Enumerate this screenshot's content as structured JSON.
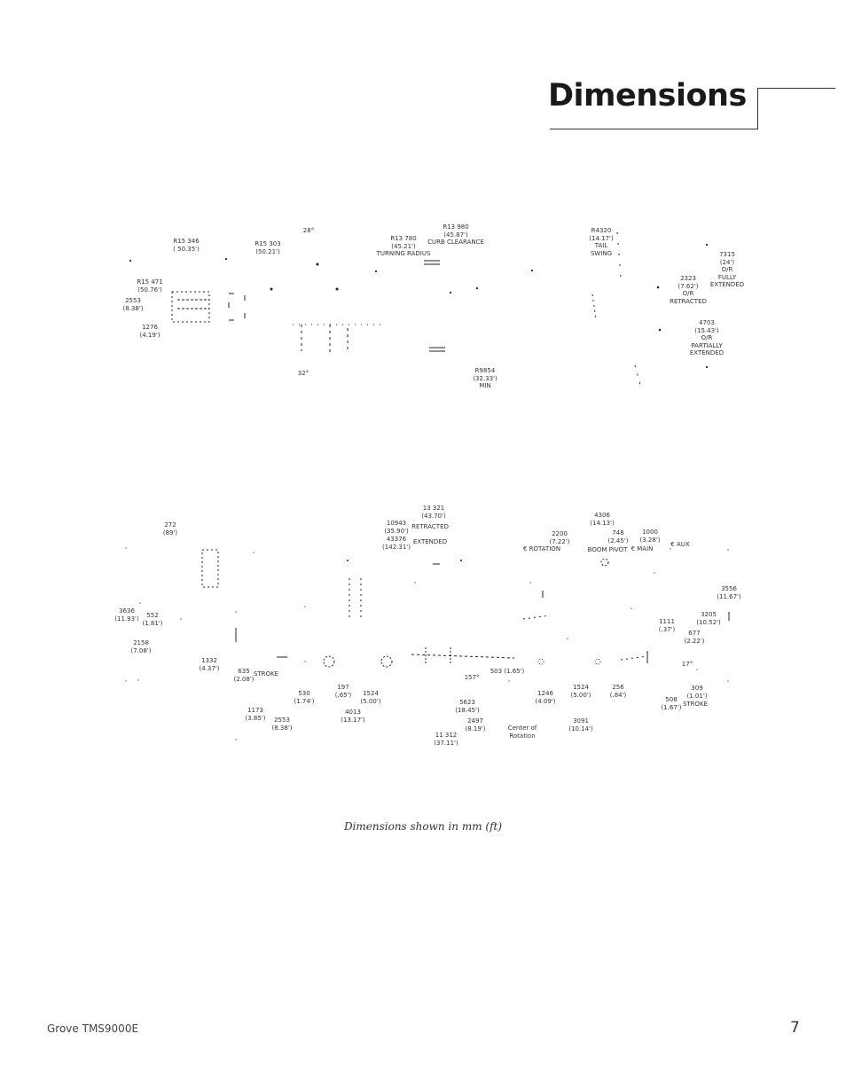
{
  "page": {
    "title": "Dimensions",
    "caption": "Dimensions shown in mm (ft)",
    "footer_left": "Grove TMS9000E",
    "page_number": "7"
  },
  "top_view": {
    "labels": [
      "R15 346\n( 50.35')",
      "R15 303\n(50.21')",
      "28°",
      "R13 780\n(45.21')\nTURNING RADIUS",
      "R13 980\n(45.87')\nCURB CLEARANCE",
      "R4320\n(14.17')\nTAIL\nSWING",
      "7315\n(24')\nO/R\nFULLY\nEXTENDED",
      "2323\n(7.62')\nO/R\nRETRACTED",
      "R15 471\n(50.76')",
      "2553\n(8.38')",
      "1276\n(4.19')",
      "4703\n(15.43')\nO/R\nPARTIALLY\nEXTENDED",
      "32°",
      "R9854\n(32.33')\nMIN"
    ]
  },
  "side_view": {
    "labels": [
      "13 321\n(43.70')",
      "RETRACTED",
      "10943\n(35.90')",
      "43376\n(142.31')",
      "EXTENDED",
      "4306\n(14.13')",
      "272\n(89')",
      "2200\n(7.22')",
      "748\n(2.45')",
      "1000\n(3.28')",
      "€ ROTATION",
      "BOOM PIVOT",
      "€ MAIN",
      "€ AUX",
      "3556\n(11.67')",
      "3636\n(11.93')",
      "552\n(1.81')",
      "1111\n(.37')",
      "3205\n(10.52')",
      "677\n(2.22')",
      "2158\n(7.08')",
      "1332\n(4.37')",
      "635\n(2.08')",
      "STROKE",
      "17°",
      "157°",
      "503 (1.65')",
      "530\n(1.74')",
      "197\n(.65')",
      "1524\n(5.00')",
      "1246\n(4.09')",
      "1524\n(5.00')",
      "256\n(.84')",
      "309\n(1.01')",
      "508\n(1.67')",
      "STROKE",
      "1173\n(3.85')",
      "2553\n(8.38')",
      "4013\n(13.17')",
      "5623\n(18.45')",
      "2497\n(8.19')",
      "Center of\nRotation",
      "3091\n(10.14')",
      "11 312\n(37.11')"
    ]
  }
}
